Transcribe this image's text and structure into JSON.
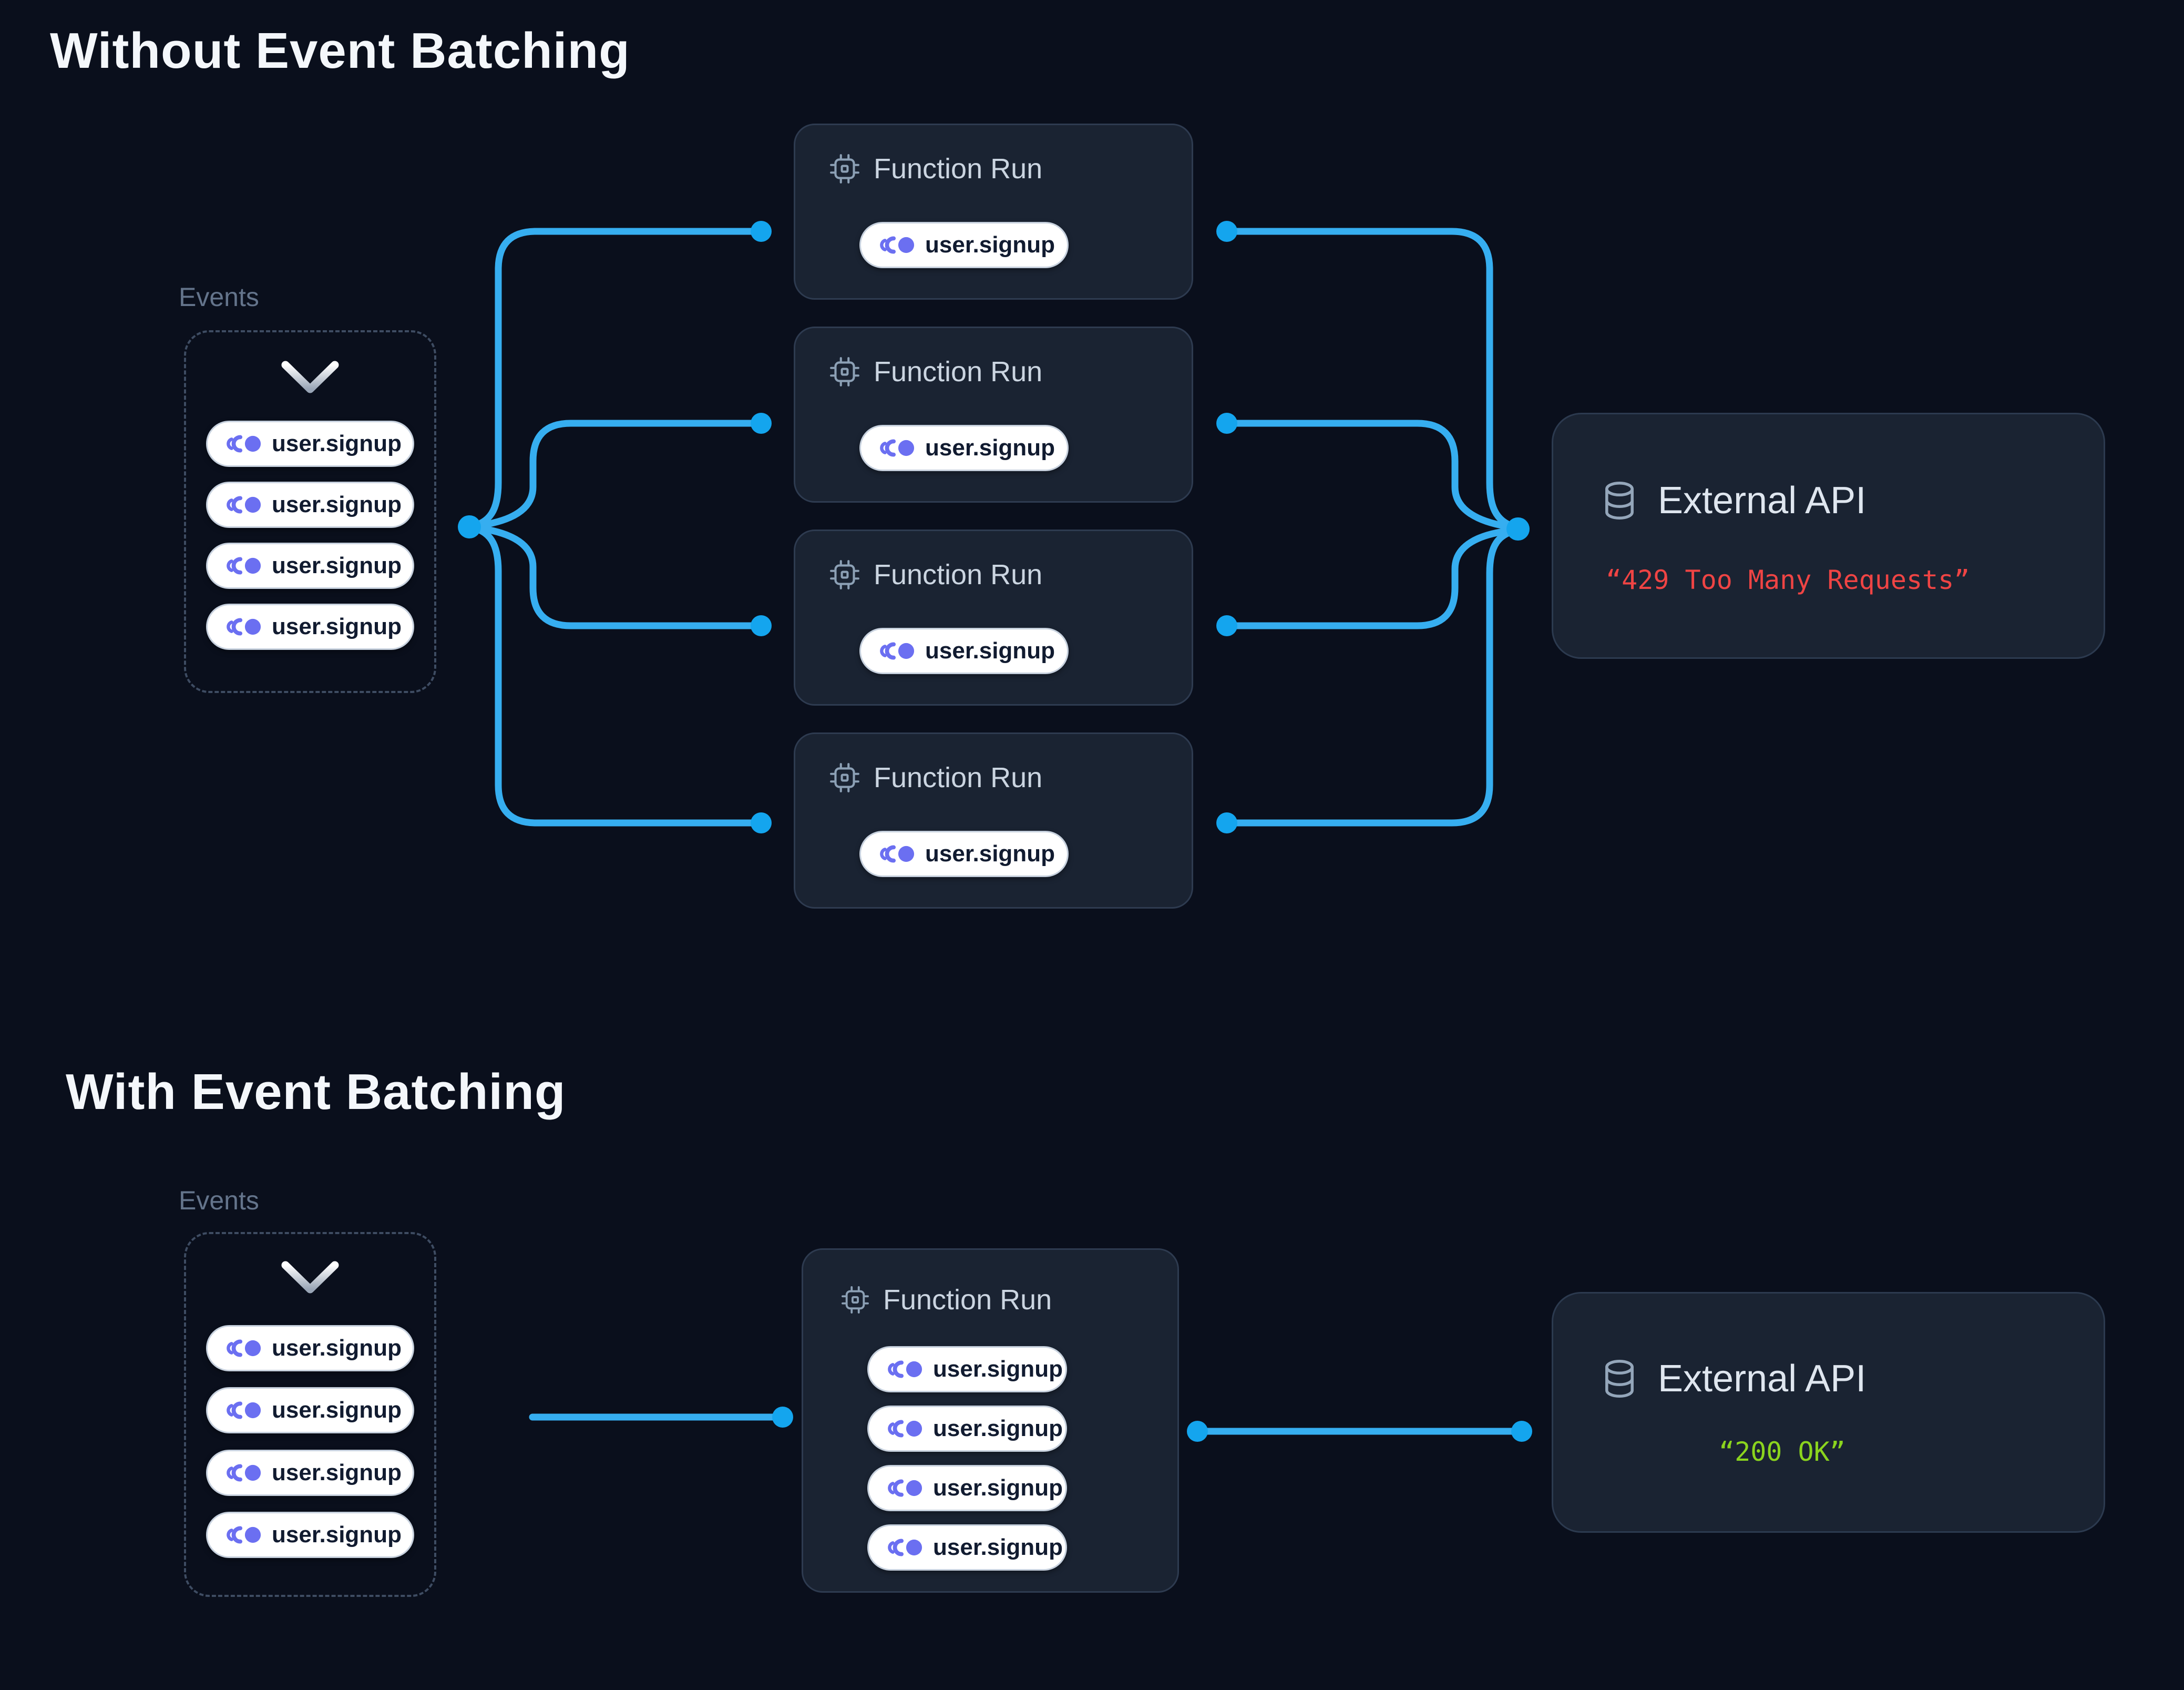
{
  "colors": {
    "page_background": "#0A0F1C",
    "card_background": "#1A2332",
    "card_border": "#2E3B50",
    "connector_line": "#36AEF0",
    "connector_dot": "#14A5EE",
    "event_icon_purple": "#6B6FF1",
    "pill_background": "#FFFFFF",
    "pill_text": "#111B30",
    "muted_label": "#64748B",
    "function_title_text": "#CBD5E1",
    "external_title_text": "#DFE6EF",
    "error_red": "#EF4444",
    "success_green": "#8BD41E",
    "title_white": "#F4F7FB"
  },
  "icons": {
    "event_pill": "event-pulse-icon",
    "function_run": "cpu-icon",
    "external_api": "database-icon",
    "events_box": "chevron-down-icon"
  },
  "sections": {
    "without": {
      "title": "Without Event Batching",
      "events_label": "Events",
      "event_pills": [
        "user.signup",
        "user.signup",
        "user.signup",
        "user.signup"
      ],
      "function_runs": [
        {
          "title": "Function Run",
          "pill": "user.signup"
        },
        {
          "title": "Function Run",
          "pill": "user.signup"
        },
        {
          "title": "Function Run",
          "pill": "user.signup"
        },
        {
          "title": "Function Run",
          "pill": "user.signup"
        }
      ],
      "external_api": {
        "title": "External API",
        "response": "“429 Too Many Requests”",
        "response_status": "error"
      }
    },
    "with": {
      "title": "With Event Batching",
      "events_label": "Events",
      "event_pills": [
        "user.signup",
        "user.signup",
        "user.signup",
        "user.signup"
      ],
      "function_run": {
        "title": "Function Run",
        "pills": [
          "user.signup",
          "user.signup",
          "user.signup",
          "user.signup"
        ]
      },
      "external_api": {
        "title": "External API",
        "response": "“200 OK”",
        "response_status": "success"
      }
    }
  }
}
